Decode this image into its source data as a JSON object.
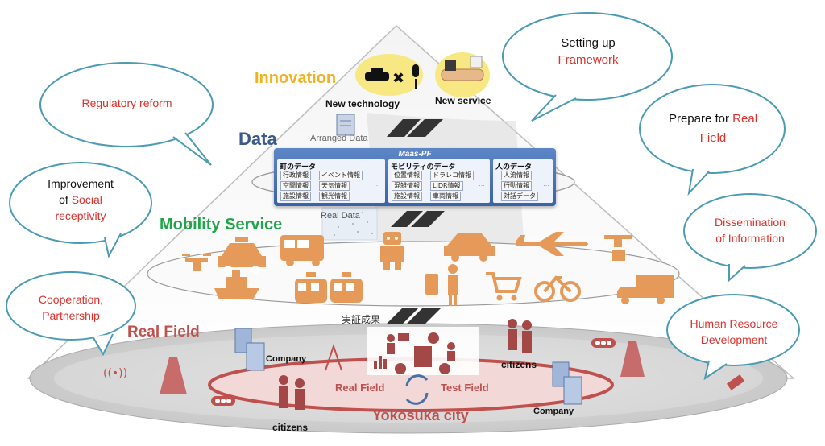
{
  "layers": {
    "innovation": {
      "title": "Innovation",
      "new_technology": "New technology",
      "new_service": "New service"
    },
    "data": {
      "title": "Data",
      "arranged_data": "Arranged Data",
      "real_data": "Real Data"
    },
    "mobility": {
      "title": "Mobility Service"
    },
    "real_field": {
      "title": "Real Field",
      "results_label": "実証成果"
    }
  },
  "maas": {
    "title": "Maas-PF",
    "columns": [
      {
        "header": "町のデータ",
        "items": [
          "行政情報",
          "イベント情報",
          "空間情報",
          "天気情報",
          "施設情報",
          "観光情報"
        ]
      },
      {
        "header": "モビリティのデータ",
        "items": [
          "位置情報",
          "ドラレコ情報",
          "混雑情報",
          "LIDR情報",
          "施設情報",
          "車両情報"
        ]
      },
      {
        "header": "人のデータ",
        "items": [
          "人流情報",
          "行動情報",
          "対話データ"
        ]
      }
    ],
    "ellipsis": "…"
  },
  "ground": {
    "company_1": "Company",
    "company_2": "Company",
    "citizens_1": "citizens",
    "citizens_2": "citizens",
    "real_field": "Real Field",
    "test_field": "Test Field",
    "city": "Yokosuka city"
  },
  "bubbles": {
    "regulatory": "Regulatory reform",
    "improvement_1": "Improvement",
    "improvement_2_prefix": "of",
    "improvement_2_red": "Social",
    "improvement_3": "receptivity",
    "cooperation_1": "Cooperation,",
    "cooperation_2": "Partnership",
    "framework_1": "Setting up",
    "framework_2": "Framework",
    "prepare_1_prefix": "Prepare for",
    "prepare_1_red": "Real",
    "prepare_2": "Field",
    "dissemination_1": "Dissemination",
    "dissemination_2": "of Information",
    "hr_1": "Human Resource",
    "hr_2": "Development"
  },
  "colors": {
    "innovation": "#f2b21b",
    "data": "#3a5a8c",
    "mobility": "#20a64a",
    "real_field": "#c0504d",
    "icons": "#e69a5a",
    "bubble_stroke": "#4a9bb3",
    "red_text": "#e0302a"
  }
}
